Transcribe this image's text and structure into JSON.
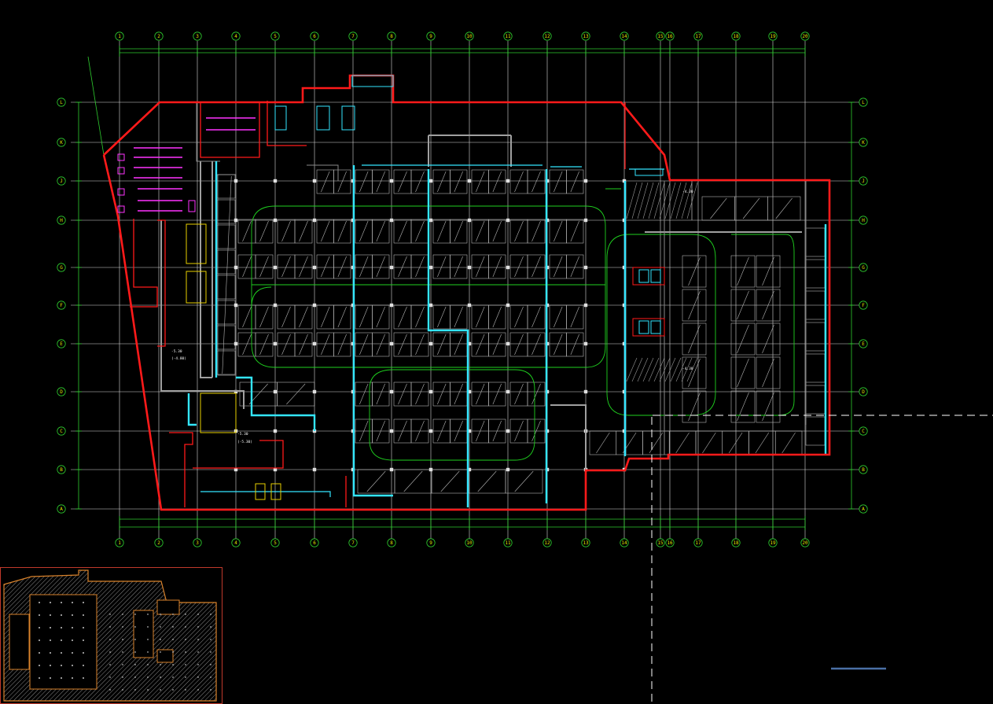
{
  "drawing": {
    "column_axes": [
      "1",
      "2",
      "3",
      "4",
      "5",
      "6",
      "7",
      "8",
      "9",
      "10",
      "11",
      "12",
      "13",
      "14",
      "15",
      "16",
      "17",
      "18",
      "19",
      "20"
    ],
    "row_axes": [
      "L",
      "K",
      "J",
      "H",
      "G",
      "F",
      "E",
      "D",
      "C",
      "B",
      "A"
    ],
    "levels": [
      "-5.30",
      "(-4.80)",
      "-5.30",
      "(-5.30)",
      "-4.30",
      "-4.30"
    ],
    "colors": {
      "background": "#000000",
      "boundary": "#ff1a1a",
      "fire_partition": "#33e6ff",
      "grid": "#d9d9d9",
      "dimension": "#2ecc2e",
      "driveway": "#1fd11f",
      "text": "#e8e800",
      "equipment": "#ff33ff"
    }
  },
  "keyplan": {
    "colors": {
      "frame": "#c0392b",
      "outline": "#d9822b",
      "hatch": "#8c8c8c"
    }
  }
}
